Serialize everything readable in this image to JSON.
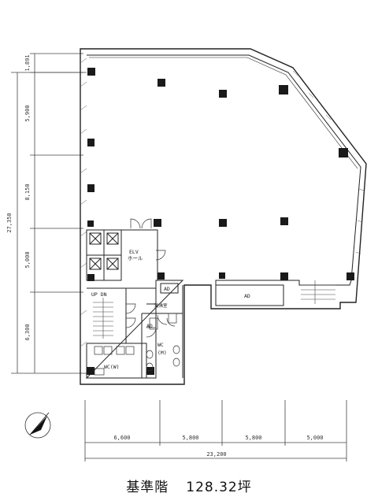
{
  "caption": {
    "floor": "基準階",
    "area": "128.32坪"
  },
  "dimensions": {
    "left_total": "27,350",
    "left_segments": [
      "1,891",
      "5,900",
      "8,150",
      "5,000",
      "6,300"
    ],
    "bottom_total": "23,200",
    "bottom_segments": [
      "6,600",
      "5,800",
      "5,800",
      "5,000"
    ]
  },
  "rooms": {
    "elv_hall": "ELV\nホール",
    "up_dn": "UP DN",
    "wc_w": "WC(W)",
    "wc_m": "WC\n(M)",
    "ad_right": "AD",
    "ad_small_1": "AD",
    "ad_small_2": "AD",
    "pantry": "湯沸室"
  }
}
